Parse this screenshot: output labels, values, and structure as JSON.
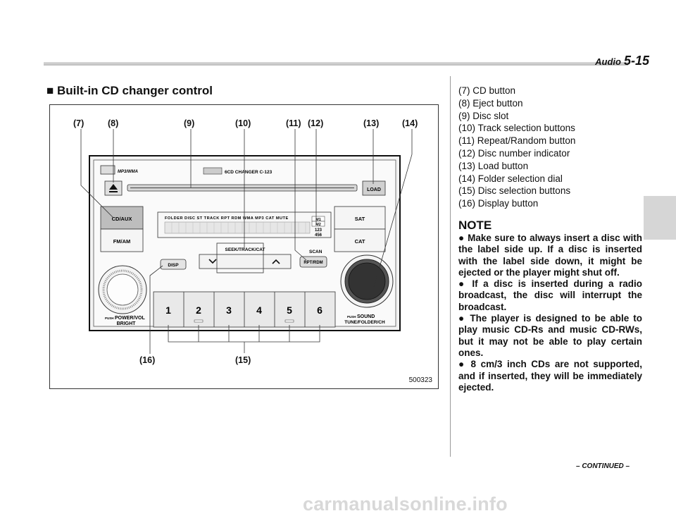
{
  "header": {
    "section": "Audio",
    "page": "5-15"
  },
  "section_title": "Built-in CD changer control",
  "section_bullet": "■",
  "figure": {
    "code": "500323",
    "callouts": [
      "(7)",
      "(8)",
      "(9)",
      "(10)",
      "(11)",
      "(12)",
      "(13)",
      "(14)",
      "(15)",
      "(16)"
    ],
    "panel": {
      "brand": "6CD CHANGER C-123",
      "mp3_logo": "MP3/WMA",
      "load": "LOAD",
      "cd_aux": "CD/AUX",
      "fm_am": "FM/AM",
      "sat": "SAT",
      "cat": "CAT",
      "display_labels": "FOLDER DISC ST TRACK RPT RDM WMA MP3 CAT MUTE",
      "disc_num_top": "M1",
      "disc_num_mid": "M2",
      "disc_num_a": "123",
      "disc_num_b": "456",
      "seek": "SEEK/TRACK/CAT",
      "scan": "SCAN",
      "rpt_rdm": "RPT/RDM",
      "disp": "DISP",
      "push_left": "PUSH",
      "power_vol": "POWER/VOL",
      "bright": "BRIGHT",
      "push_right": "PUSH",
      "sound": "SOUND",
      "tune": "TUNE/FOLDER/CH",
      "keys": [
        "1",
        "2",
        "3",
        "4",
        "5",
        "6"
      ]
    }
  },
  "items": [
    "(7)  CD button",
    "(8)  Eject button",
    "(9)  Disc slot",
    "(10) Track selection buttons",
    "(11) Repeat/Random button",
    "(12) Disc number indicator",
    "(13) Load button",
    "(14) Folder selection dial",
    "(15) Disc selection buttons",
    "(16) Display button"
  ],
  "note": {
    "heading": "NOTE",
    "bullets": [
      "Make sure to always insert a disc with the label side up. If a disc is inserted with the label side down, it might be ejected or the player might shut off.",
      "If a disc is inserted during a radio broadcast, the disc will interrupt the broadcast.",
      "The player is designed to be able to play music CD-Rs and music CD-RWs, but it may not be able to play certain ones.",
      "8 cm/3 inch CDs are not supported, and if inserted, they will be immediately ejected."
    ]
  },
  "footer": {
    "continued": "– CONTINUED –"
  },
  "watermark": "carmanualsonline.info"
}
